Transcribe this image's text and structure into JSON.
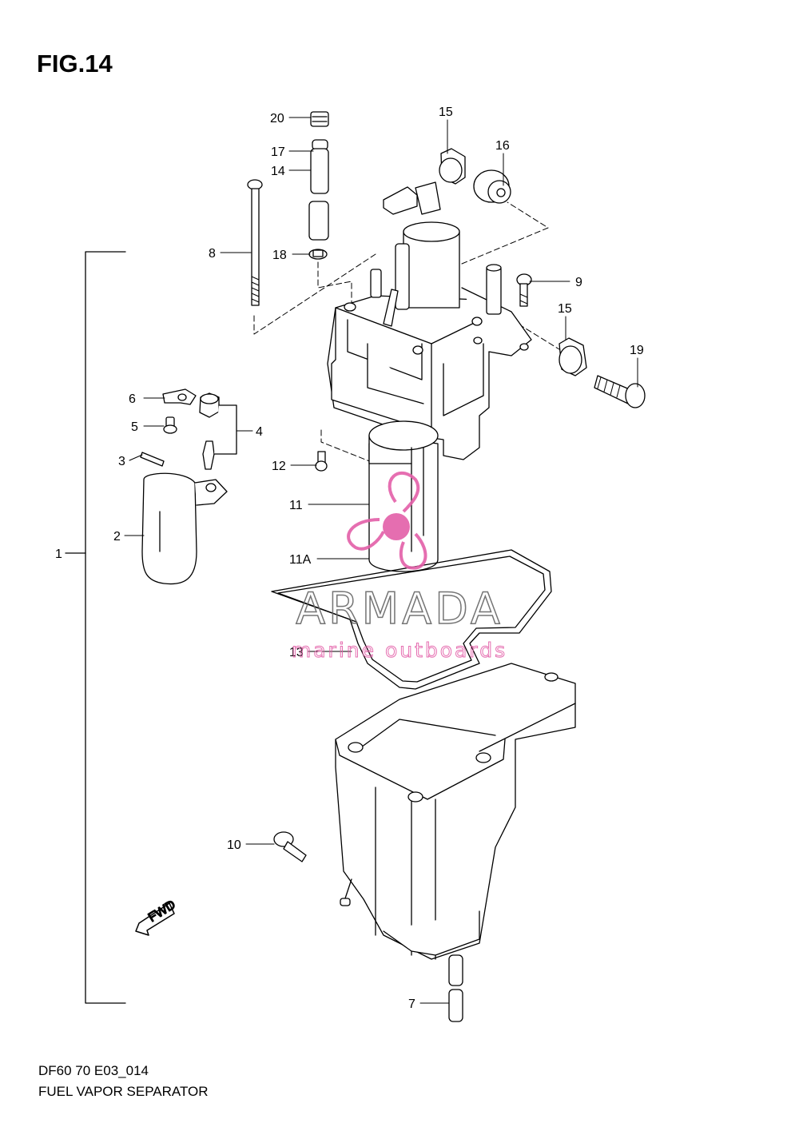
{
  "figure": {
    "title": "FIG.14"
  },
  "callouts": [
    "20",
    "17",
    "14",
    "8",
    "18",
    "15",
    "16",
    "9",
    "15",
    "19",
    "6",
    "5",
    "4",
    "3",
    "2",
    "1",
    "12",
    "11",
    "11A",
    "13",
    "10",
    "7"
  ],
  "fwd_label": "FWD",
  "watermark": {
    "brand": "ARMADA",
    "tagline": "marine outboards",
    "color": "#e35fa8"
  },
  "footer": {
    "code": "DF60 70 E03_014",
    "name": "FUEL VAPOR SEPARATOR"
  }
}
